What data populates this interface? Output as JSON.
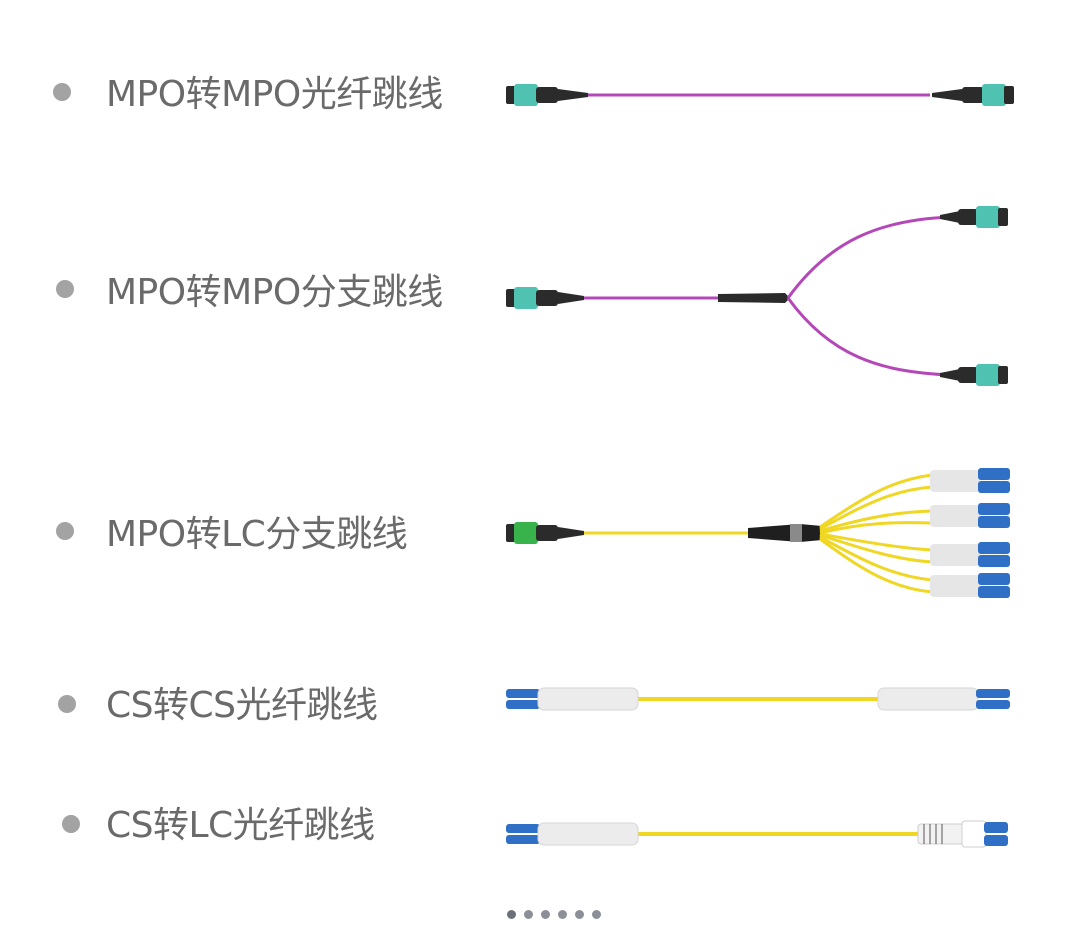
{
  "products": [
    {
      "label": "MPO转MPO光纤跳线",
      "image": "mpo-to-mpo-patch-cord"
    },
    {
      "label": "MPO转MPO分支跳线",
      "image": "mpo-to-mpo-breakout-cable"
    },
    {
      "label": "MPO转LC分支跳线",
      "image": "mpo-to-lc-fanout-cable"
    },
    {
      "label": "CS转CS光纤跳线",
      "image": "cs-to-cs-patch-cord"
    },
    {
      "label": "CS转LC光纤跳线",
      "image": "cs-to-lc-patch-cord"
    }
  ],
  "colors": {
    "om4_magenta": "#b548b8",
    "singlemode_yellow": "#efd724",
    "mpo_aqua": "#4fc2b2",
    "mpo_green": "#38b24a",
    "lc_blue": "#2f6fc6",
    "label_gray": "#6a6a6a",
    "bullet_gray": "#a3a3a3"
  },
  "pager": {
    "count": 6,
    "active": 0
  }
}
